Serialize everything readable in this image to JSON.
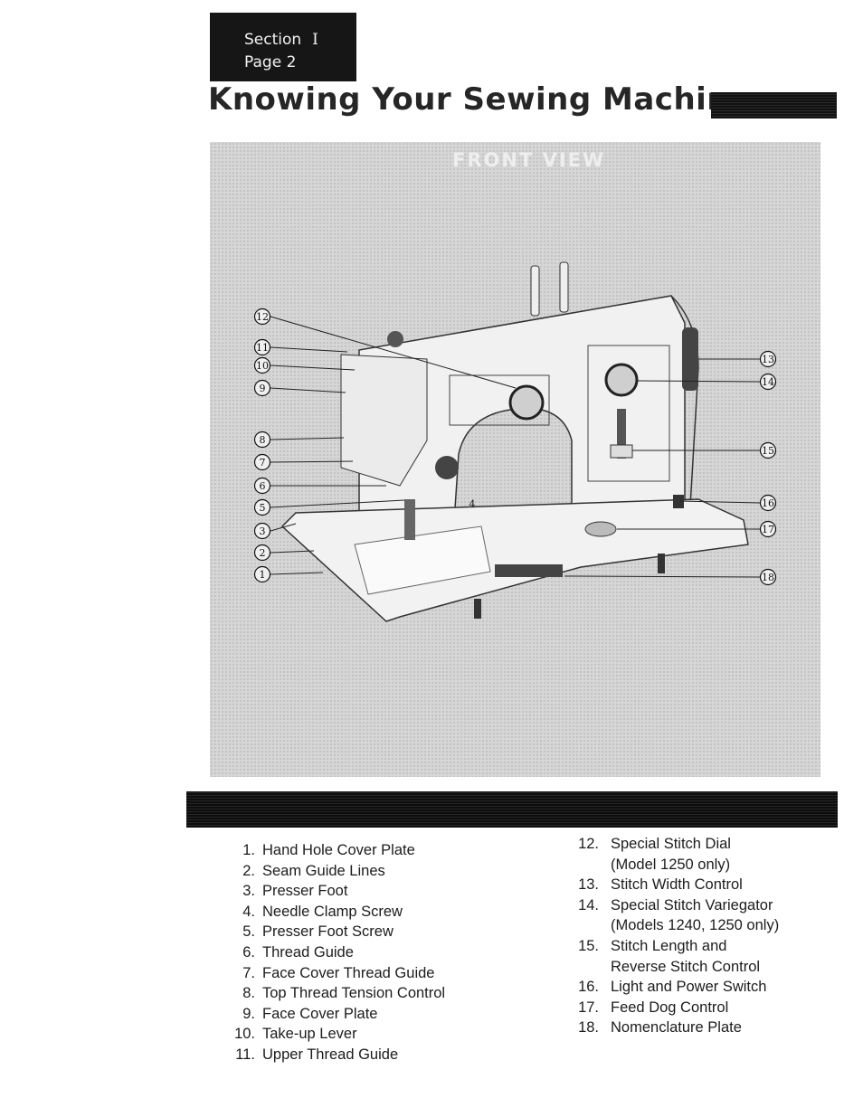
{
  "header": {
    "section_label": "Section",
    "section_number": "I",
    "page_label": "Page",
    "page_number": "2",
    "title": "Knowing Your Sewing Machine"
  },
  "illustration": {
    "caption": "FRONT VIEW",
    "body_number": "4",
    "callouts": [
      "12",
      "11",
      "10",
      "9",
      "8",
      "7",
      "6",
      "5",
      "3",
      "2",
      "1",
      "13",
      "14",
      "15",
      "16",
      "17",
      "18"
    ]
  },
  "parts_left": [
    {
      "num": "1.",
      "label": "Hand Hole Cover Plate"
    },
    {
      "num": "2.",
      "label": "Seam Guide Lines"
    },
    {
      "num": "3.",
      "label": "Presser Foot"
    },
    {
      "num": "4.",
      "label": "Needle Clamp Screw"
    },
    {
      "num": "5.",
      "label": "Presser Foot Screw"
    },
    {
      "num": "6.",
      "label": "Thread Guide"
    },
    {
      "num": "7.",
      "label": "Face Cover Thread Guide"
    },
    {
      "num": "8.",
      "label": "Top Thread Tension Control"
    },
    {
      "num": "9.",
      "label": "Face Cover Plate"
    },
    {
      "num": "10.",
      "label": "Take-up Lever"
    },
    {
      "num": "11.",
      "label": "Upper Thread Guide"
    }
  ],
  "parts_right": [
    {
      "num": "12.",
      "label": "Special Stitch Dial\n(Model 1250 only)"
    },
    {
      "num": "13.",
      "label": "Stitch Width Control"
    },
    {
      "num": "14.",
      "label": "Special Stitch Variegator\n(Models 1240, 1250 only)"
    },
    {
      "num": "15.",
      "label": "Stitch Length and\nReverse Stitch Control"
    },
    {
      "num": "16.",
      "label": "Light and Power Switch"
    },
    {
      "num": "17.",
      "label": "Feed Dog Control"
    },
    {
      "num": "18.",
      "label": "Nomenclature Plate"
    }
  ]
}
